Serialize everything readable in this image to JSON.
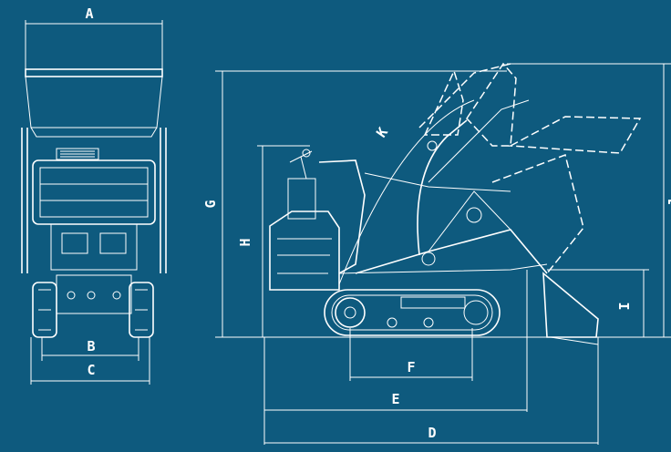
{
  "colors": {
    "background": "#0e5a7e",
    "line": "#ffffff"
  },
  "dimension_labels": {
    "A": "A",
    "B": "B",
    "C": "C",
    "D": "D",
    "E": "E",
    "F": "F",
    "G": "G",
    "H": "H",
    "I": "I",
    "J": "J",
    "K": "K"
  }
}
